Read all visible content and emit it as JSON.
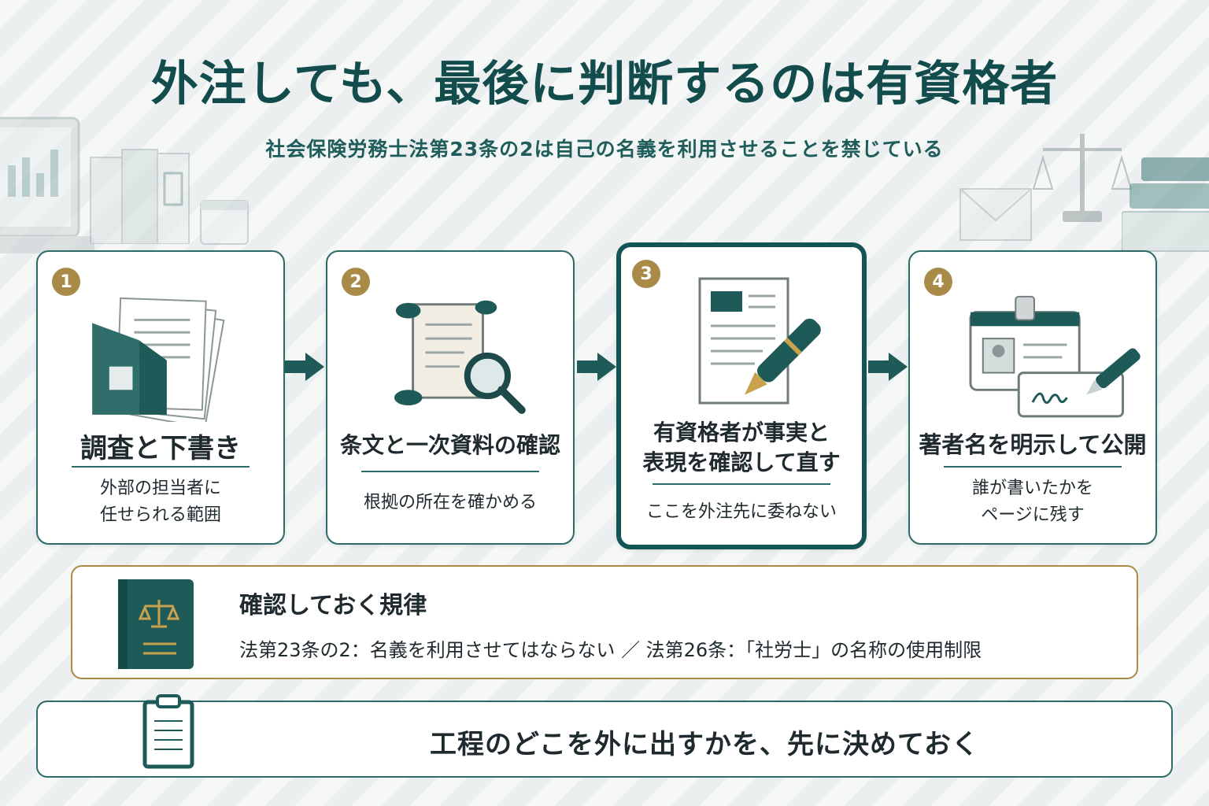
{
  "header": {
    "title": "外注しても、最後に判断するのは有資格者",
    "subtitle": "社会保険労務士法第23条の2は自己の名義を利用させることを禁じている"
  },
  "steps": [
    {
      "number": "1",
      "title": "調査と下書き",
      "desc_lines": [
        "外部の担当者に",
        "任せられる範囲"
      ],
      "icon": "documents-folder-icon"
    },
    {
      "number": "2",
      "title": "条文と一次資料の確認",
      "desc_lines": [
        "根拠の所在を確かめる"
      ],
      "icon": "scroll-magnifier-icon"
    },
    {
      "number": "3",
      "title_lines": [
        "有資格者が事実と",
        "表現を確認して直す"
      ],
      "desc_lines": [
        "ここを外注先に委ねない"
      ],
      "icon": "document-pen-icon",
      "highlighted": true
    },
    {
      "number": "4",
      "title": "著者名を明示して公開",
      "desc_lines": [
        "誰が書いたかを",
        "ページに残す"
      ],
      "icon": "id-badge-signature-icon"
    }
  ],
  "rules": {
    "title": "確認しておく規律",
    "text": "法第23条の2：名義を利用させてはならない ／ 法第26条：「社労士」の名称の使用制限",
    "icon": "law-book-icon"
  },
  "bottom": {
    "text": "工程のどこを外に出すかを、先に決めておく",
    "icon": "clipboard-icon"
  },
  "colors": {
    "teal": "#134c4c",
    "accent_teal": "#2c6b68",
    "gold": "#a98a46"
  }
}
